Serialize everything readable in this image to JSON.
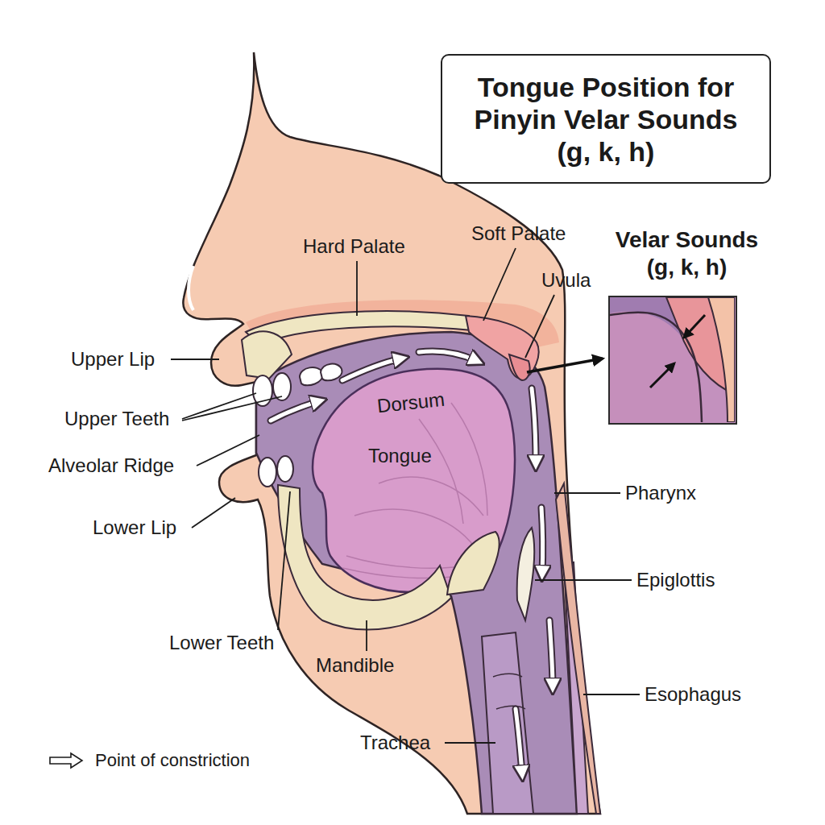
{
  "diagram": {
    "title": "Tongue Position for Pinyin Velar Sounds (g, k, h)",
    "nodes": [
      {
        "text": [
          "Velar Sounds (g, k, h)"
        ]
      }
    ],
    "labels": [
      "Hard Palate",
      "Soft Palate",
      "Uvula",
      "Upper Lip",
      "Upper Teeth",
      "Alveolar Ridge",
      "Lower Lip",
      "Dorsum",
      "Tongue",
      "Pharynx",
      "Epiglottis",
      "Esophagus",
      "Lower Teeth",
      "Mandible",
      "Trachea"
    ],
    "legend": [
      {
        "text": "Point of constriction"
      }
    ]
  }
}
